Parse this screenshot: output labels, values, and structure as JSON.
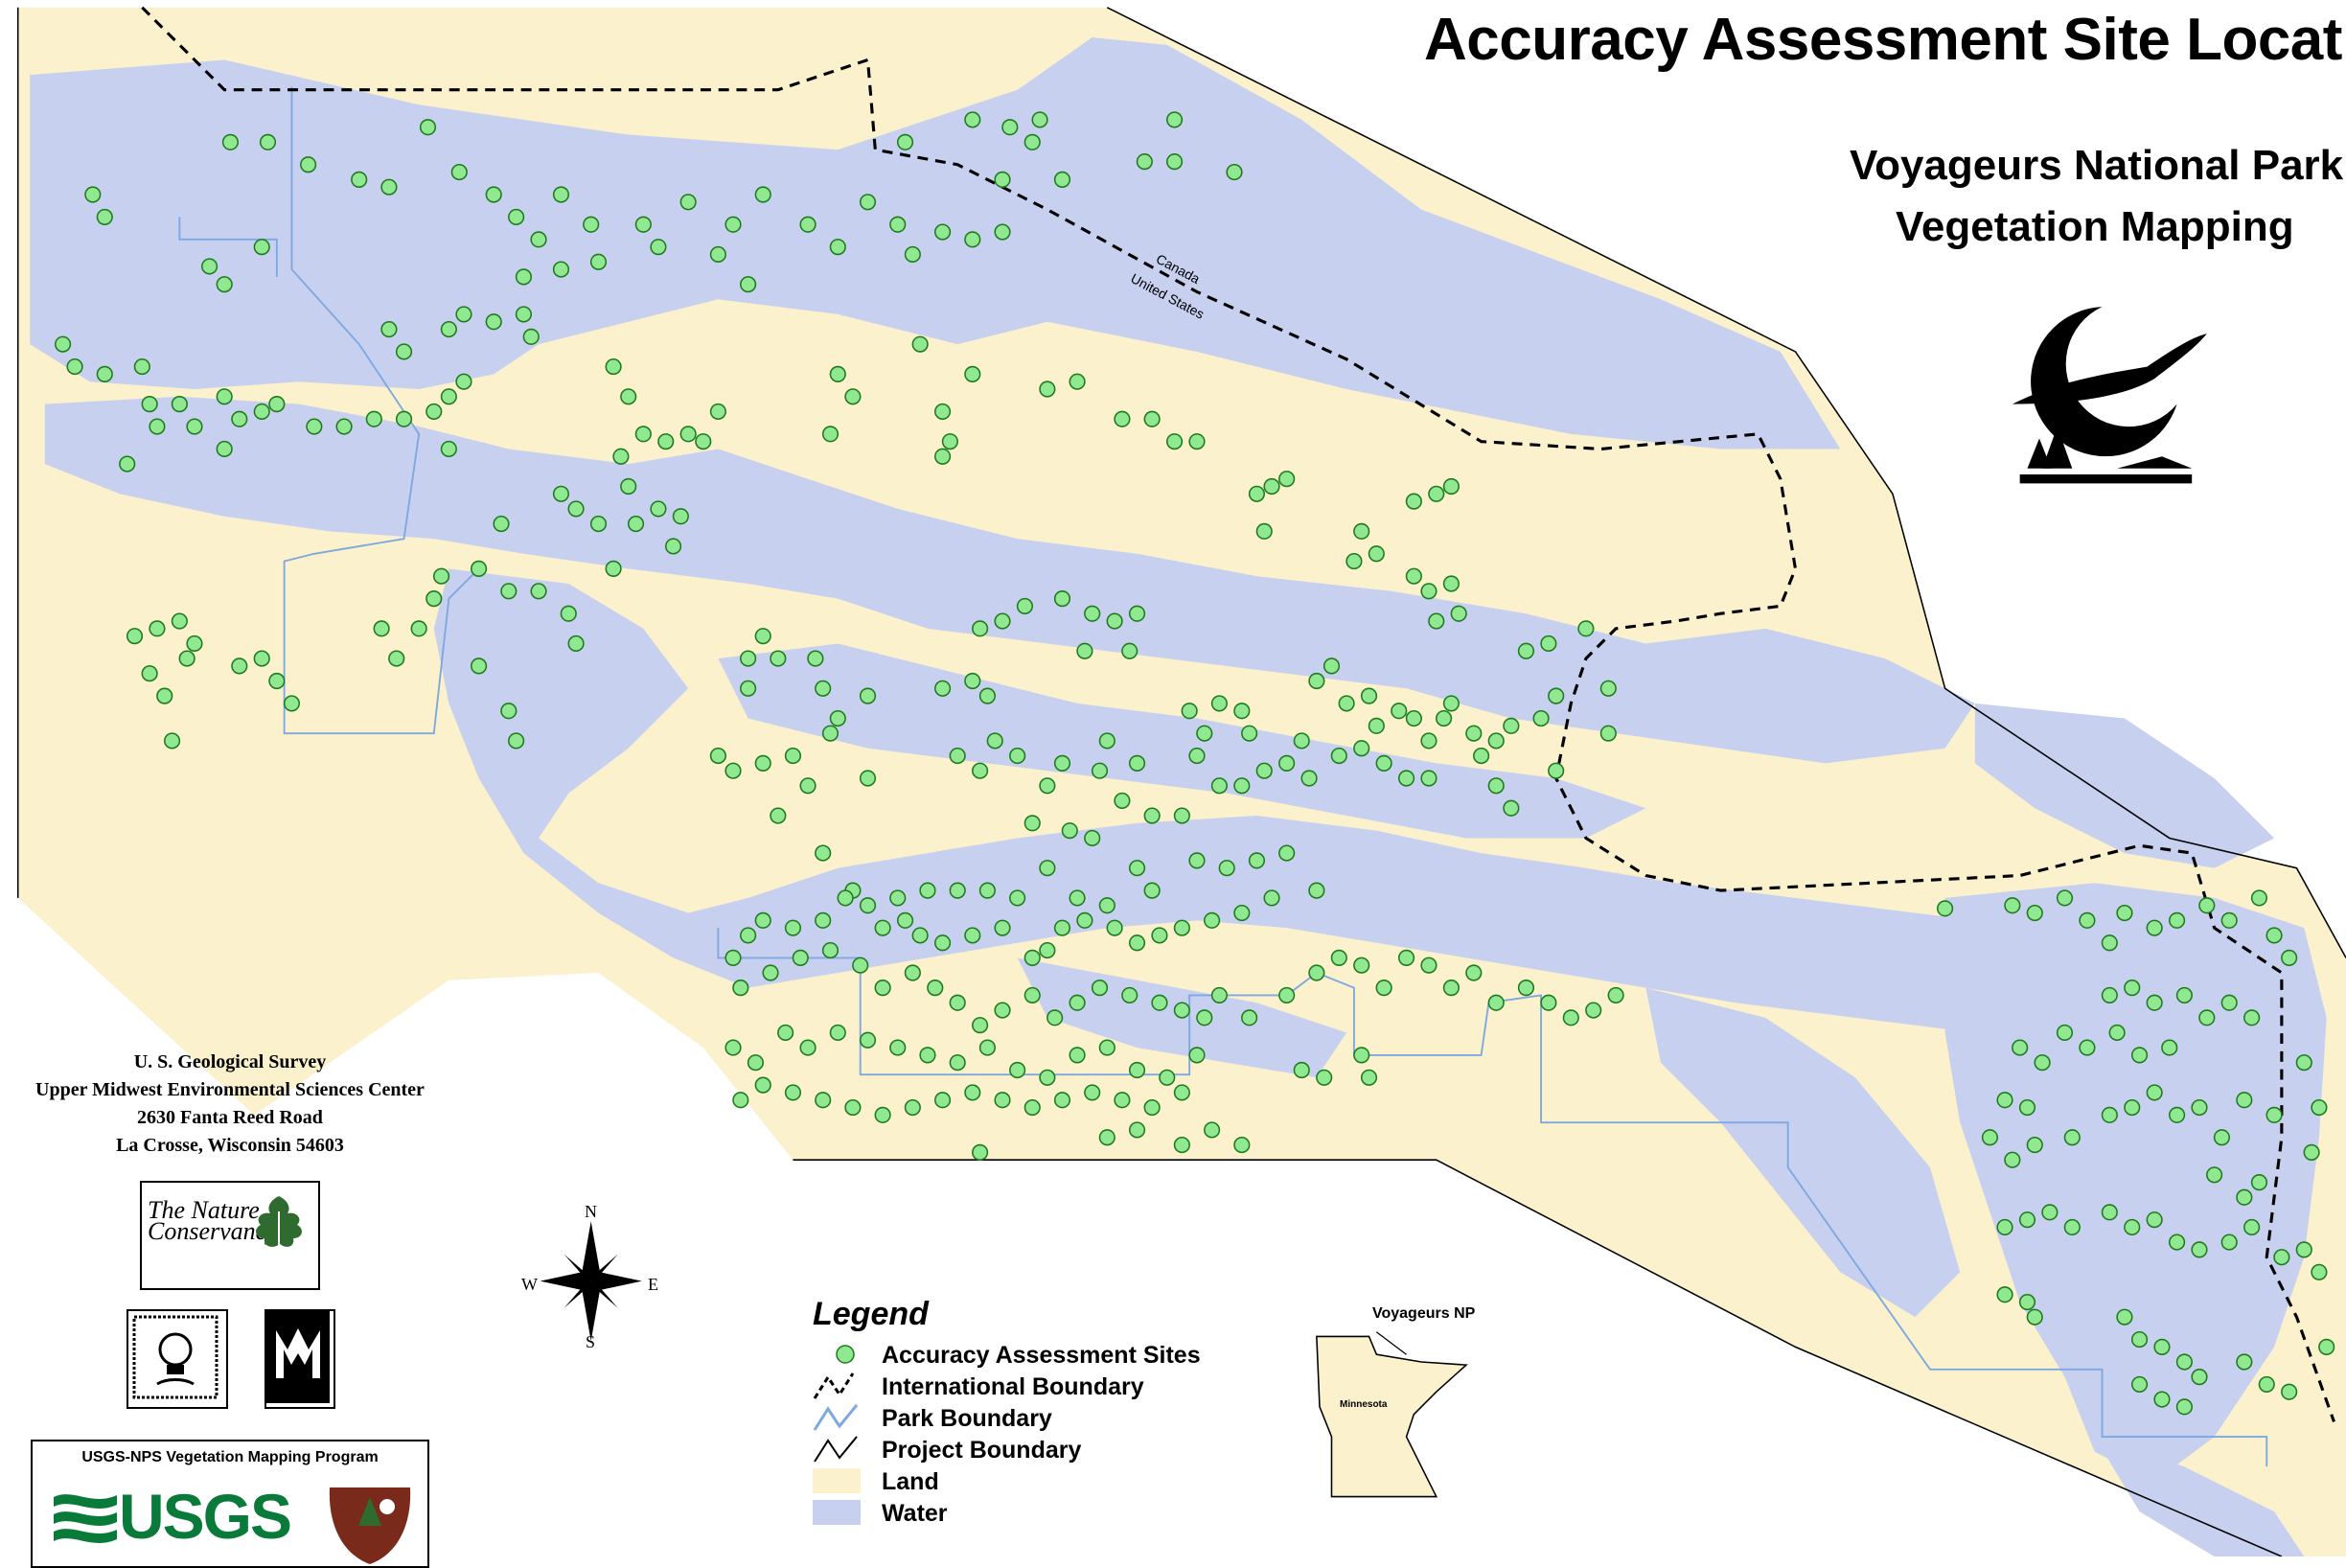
{
  "title": "Accuracy Assessment Site Locatio",
  "subtitle_line1": "Voyageurs National Park",
  "subtitle_line2": "Vegetation Mapping",
  "border_label_north": "Canada",
  "border_label_south": "United States",
  "address": {
    "line1": "U. S. Geological Survey",
    "line2": "Upper Midwest Environmental Sciences Center",
    "line3": "2630 Fanta Reed Road",
    "line4": "La Crosse, Wisconsin 54603"
  },
  "logos": {
    "nature_conservancy": "The Nature Conservancy",
    "program_title": "USGS-NPS Vegetation Mapping Program",
    "usgs_wordmark": "USGS",
    "nps_icon": "nps-arrowhead-icon",
    "seal_icon": "seal-icon",
    "mn_dnr_icon": "mn-dnr-icon",
    "park_emblem_icon": "loon-emblem-icon"
  },
  "compass": {
    "n": "N",
    "s": "S",
    "e": "E",
    "w": "W"
  },
  "inset": {
    "park_label": "Voyageurs NP",
    "state_label": "Minnesota"
  },
  "legend": {
    "title": "Legend",
    "items": [
      {
        "key": "sites",
        "label": "Accuracy Assessment Sites",
        "symbol": "green-dot-icon"
      },
      {
        "key": "intl",
        "label": "International Boundary",
        "symbol": "dashed-line-icon"
      },
      {
        "key": "park",
        "label": "Park Boundary",
        "symbol": "blue-line-icon"
      },
      {
        "key": "project",
        "label": "Project Boundary",
        "symbol": "black-line-icon"
      },
      {
        "key": "land",
        "label": "Land",
        "symbol": "land-swatch-icon"
      },
      {
        "key": "water",
        "label": "Water",
        "symbol": "water-swatch-icon"
      }
    ]
  },
  "colors": {
    "land": "#fbf1cc",
    "water": "#c8d0f0",
    "site_fill": "#90e890",
    "site_stroke": "#1f7a1f",
    "park_boundary": "#7ea8e0",
    "project_boundary": "#000000",
    "intl_boundary": "#000000"
  },
  "sites": [
    [
      154,
      95
    ],
    [
      179,
      95
    ],
    [
      206,
      110
    ],
    [
      240,
      120
    ],
    [
      260,
      125
    ],
    [
      286,
      85
    ],
    [
      307,
      115
    ],
    [
      330,
      130
    ],
    [
      345,
      145
    ],
    [
      360,
      160
    ],
    [
      375,
      130
    ],
    [
      395,
      150
    ],
    [
      350,
      185
    ],
    [
      375,
      180
    ],
    [
      400,
      175
    ],
    [
      62,
      130
    ],
    [
      70,
      145
    ],
    [
      140,
      178
    ],
    [
      150,
      190
    ],
    [
      175,
      165
    ],
    [
      430,
      150
    ],
    [
      460,
      135
    ],
    [
      490,
      150
    ],
    [
      510,
      130
    ],
    [
      440,
      165
    ],
    [
      480,
      170
    ],
    [
      500,
      190
    ],
    [
      540,
      150
    ],
    [
      560,
      165
    ],
    [
      580,
      135
    ],
    [
      600,
      150
    ],
    [
      610,
      170
    ],
    [
      630,
      155
    ],
    [
      650,
      160
    ],
    [
      670,
      155
    ],
    [
      605,
      95
    ],
    [
      650,
      80
    ],
    [
      675,
      85
    ],
    [
      695,
      80
    ],
    [
      690,
      95
    ],
    [
      670,
      120
    ],
    [
      710,
      120
    ],
    [
      765,
      108
    ],
    [
      785,
      80
    ],
    [
      785,
      108
    ],
    [
      825,
      115
    ],
    [
      260,
      220
    ],
    [
      270,
      235
    ],
    [
      300,
      220
    ],
    [
      310,
      210
    ],
    [
      330,
      215
    ],
    [
      350,
      210
    ],
    [
      355,
      225
    ],
    [
      310,
      255
    ],
    [
      300,
      265
    ],
    [
      42,
      230
    ],
    [
      50,
      245
    ],
    [
      70,
      250
    ],
    [
      95,
      245
    ],
    [
      100,
      270
    ],
    [
      105,
      285
    ],
    [
      120,
      270
    ],
    [
      85,
      310
    ],
    [
      130,
      285
    ],
    [
      150,
      265
    ],
    [
      160,
      280
    ],
    [
      150,
      300
    ],
    [
      175,
      275
    ],
    [
      185,
      270
    ],
    [
      210,
      285
    ],
    [
      230,
      285
    ],
    [
      250,
      280
    ],
    [
      270,
      280
    ],
    [
      290,
      275
    ],
    [
      300,
      300
    ],
    [
      410,
      245
    ],
    [
      420,
      265
    ],
    [
      415,
      305
    ],
    [
      430,
      290
    ],
    [
      445,
      295
    ],
    [
      460,
      290
    ],
    [
      480,
      275
    ],
    [
      470,
      295
    ],
    [
      560,
      250
    ],
    [
      570,
      265
    ],
    [
      555,
      290
    ],
    [
      615,
      230
    ],
    [
      650,
      250
    ],
    [
      630,
      275
    ],
    [
      635,
      295
    ],
    [
      630,
      305
    ],
    [
      700,
      260
    ],
    [
      720,
      255
    ],
    [
      750,
      280
    ],
    [
      770,
      280
    ],
    [
      785,
      295
    ],
    [
      800,
      295
    ],
    [
      375,
      330
    ],
    [
      385,
      340
    ],
    [
      400,
      350
    ],
    [
      420,
      325
    ],
    [
      425,
      350
    ],
    [
      440,
      340
    ],
    [
      455,
      345
    ],
    [
      450,
      365
    ],
    [
      335,
      350
    ],
    [
      410,
      380
    ],
    [
      295,
      385
    ],
    [
      290,
      400
    ],
    [
      320,
      380
    ],
    [
      340,
      395
    ],
    [
      360,
      395
    ],
    [
      380,
      410
    ],
    [
      385,
      430
    ],
    [
      255,
      420
    ],
    [
      265,
      440
    ],
    [
      280,
      420
    ],
    [
      90,
      425
    ],
    [
      105,
      420
    ],
    [
      120,
      415
    ],
    [
      125,
      440
    ],
    [
      100,
      450
    ],
    [
      110,
      465
    ],
    [
      130,
      430
    ],
    [
      160,
      445
    ],
    [
      175,
      440
    ],
    [
      185,
      455
    ],
    [
      195,
      470
    ],
    [
      115,
      495
    ],
    [
      320,
      445
    ],
    [
      340,
      475
    ],
    [
      345,
      495
    ],
    [
      510,
      425
    ],
    [
      500,
      440
    ],
    [
      520,
      440
    ],
    [
      545,
      440
    ],
    [
      550,
      460
    ],
    [
      500,
      460
    ],
    [
      560,
      480
    ],
    [
      580,
      465
    ],
    [
      555,
      490
    ],
    [
      530,
      505
    ],
    [
      480,
      505
    ],
    [
      490,
      515
    ],
    [
      510,
      510
    ],
    [
      580,
      520
    ],
    [
      520,
      545
    ],
    [
      540,
      525
    ],
    [
      630,
      460
    ],
    [
      650,
      455
    ],
    [
      660,
      465
    ],
    [
      655,
      420
    ],
    [
      670,
      415
    ],
    [
      685,
      405
    ],
    [
      710,
      400
    ],
    [
      730,
      410
    ],
    [
      745,
      415
    ],
    [
      760,
      410
    ],
    [
      725,
      435
    ],
    [
      755,
      435
    ],
    [
      840,
      330
    ],
    [
      850,
      325
    ],
    [
      860,
      320
    ],
    [
      845,
      355
    ],
    [
      910,
      355
    ],
    [
      920,
      370
    ],
    [
      905,
      375
    ],
    [
      945,
      335
    ],
    [
      960,
      330
    ],
    [
      970,
      325
    ],
    [
      945,
      385
    ],
    [
      955,
      395
    ],
    [
      970,
      390
    ],
    [
      975,
      410
    ],
    [
      960,
      415
    ],
    [
      1020,
      435
    ],
    [
      1035,
      430
    ],
    [
      1060,
      420
    ],
    [
      1075,
      460
    ],
    [
      1040,
      465
    ],
    [
      1030,
      480
    ],
    [
      880,
      455
    ],
    [
      890,
      445
    ],
    [
      900,
      470
    ],
    [
      915,
      465
    ],
    [
      920,
      485
    ],
    [
      935,
      475
    ],
    [
      945,
      480
    ],
    [
      955,
      495
    ],
    [
      965,
      480
    ],
    [
      970,
      470
    ],
    [
      985,
      490
    ],
    [
      1000,
      495
    ],
    [
      1010,
      485
    ],
    [
      870,
      495
    ],
    [
      860,
      510
    ],
    [
      875,
      520
    ],
    [
      895,
      505
    ],
    [
      910,
      500
    ],
    [
      925,
      510
    ],
    [
      940,
      520
    ],
    [
      955,
      520
    ],
    [
      990,
      505
    ],
    [
      1000,
      525
    ],
    [
      1010,
      540
    ],
    [
      1040,
      515
    ],
    [
      1075,
      490
    ],
    [
      795,
      475
    ],
    [
      805,
      490
    ],
    [
      815,
      470
    ],
    [
      830,
      475
    ],
    [
      835,
      490
    ],
    [
      800,
      505
    ],
    [
      815,
      525
    ],
    [
      830,
      525
    ],
    [
      845,
      515
    ],
    [
      790,
      545
    ],
    [
      740,
      495
    ],
    [
      760,
      510
    ],
    [
      735,
      515
    ],
    [
      750,
      535
    ],
    [
      770,
      545
    ],
    [
      640,
      505
    ],
    [
      655,
      515
    ],
    [
      665,
      495
    ],
    [
      680,
      505
    ],
    [
      700,
      525
    ],
    [
      710,
      510
    ],
    [
      690,
      550
    ],
    [
      715,
      555
    ],
    [
      730,
      560
    ],
    [
      700,
      580
    ],
    [
      550,
      570
    ],
    [
      570,
      595
    ],
    [
      600,
      600
    ],
    [
      620,
      595
    ],
    [
      640,
      595
    ],
    [
      660,
      595
    ],
    [
      680,
      600
    ],
    [
      720,
      600
    ],
    [
      740,
      605
    ],
    [
      760,
      580
    ],
    [
      770,
      595
    ],
    [
      800,
      575
    ],
    [
      820,
      580
    ],
    [
      840,
      575
    ],
    [
      860,
      570
    ],
    [
      880,
      595
    ],
    [
      850,
      600
    ],
    [
      830,
      610
    ],
    [
      810,
      615
    ],
    [
      790,
      620
    ],
    [
      775,
      625
    ],
    [
      760,
      630
    ],
    [
      745,
      620
    ],
    [
      725,
      615
    ],
    [
      710,
      620
    ],
    [
      700,
      635
    ],
    [
      690,
      640
    ],
    [
      670,
      620
    ],
    [
      650,
      625
    ],
    [
      630,
      630
    ],
    [
      615,
      625
    ],
    [
      605,
      615
    ],
    [
      590,
      620
    ],
    [
      580,
      605
    ],
    [
      565,
      600
    ],
    [
      550,
      615
    ],
    [
      530,
      620
    ],
    [
      510,
      615
    ],
    [
      500,
      625
    ],
    [
      490,
      640
    ],
    [
      495,
      660
    ],
    [
      515,
      650
    ],
    [
      535,
      640
    ],
    [
      555,
      635
    ],
    [
      575,
      645
    ],
    [
      590,
      660
    ],
    [
      610,
      650
    ],
    [
      625,
      660
    ],
    [
      640,
      670
    ],
    [
      655,
      685
    ],
    [
      670,
      675
    ],
    [
      690,
      665
    ],
    [
      705,
      680
    ],
    [
      720,
      670
    ],
    [
      735,
      660
    ],
    [
      755,
      665
    ],
    [
      775,
      670
    ],
    [
      790,
      675
    ],
    [
      805,
      680
    ],
    [
      815,
      665
    ],
    [
      835,
      680
    ],
    [
      860,
      665
    ],
    [
      880,
      650
    ],
    [
      895,
      640
    ],
    [
      910,
      645
    ],
    [
      925,
      660
    ],
    [
      940,
      640
    ],
    [
      955,
      645
    ],
    [
      970,
      660
    ],
    [
      985,
      650
    ],
    [
      1000,
      670
    ],
    [
      1020,
      660
    ],
    [
      1035,
      670
    ],
    [
      1050,
      680
    ],
    [
      1065,
      675
    ],
    [
      1080,
      665
    ],
    [
      490,
      700
    ],
    [
      505,
      710
    ],
    [
      525,
      690
    ],
    [
      540,
      700
    ],
    [
      560,
      690
    ],
    [
      580,
      695
    ],
    [
      600,
      700
    ],
    [
      620,
      705
    ],
    [
      640,
      710
    ],
    [
      660,
      700
    ],
    [
      680,
      715
    ],
    [
      700,
      720
    ],
    [
      720,
      705
    ],
    [
      740,
      700
    ],
    [
      760,
      715
    ],
    [
      780,
      720
    ],
    [
      800,
      705
    ],
    [
      790,
      730
    ],
    [
      770,
      740
    ],
    [
      750,
      735
    ],
    [
      730,
      730
    ],
    [
      710,
      735
    ],
    [
      690,
      740
    ],
    [
      670,
      735
    ],
    [
      650,
      730
    ],
    [
      630,
      735
    ],
    [
      610,
      740
    ],
    [
      590,
      745
    ],
    [
      570,
      740
    ],
    [
      550,
      735
    ],
    [
      530,
      730
    ],
    [
      510,
      725
    ],
    [
      495,
      735
    ],
    [
      655,
      770
    ],
    [
      740,
      760
    ],
    [
      760,
      755
    ],
    [
      790,
      765
    ],
    [
      810,
      755
    ],
    [
      830,
      765
    ],
    [
      870,
      715
    ],
    [
      885,
      720
    ],
    [
      910,
      705
    ],
    [
      915,
      720
    ],
    [
      1300,
      607
    ],
    [
      1345,
      605
    ],
    [
      1360,
      610
    ],
    [
      1380,
      600
    ],
    [
      1395,
      615
    ],
    [
      1410,
      630
    ],
    [
      1420,
      610
    ],
    [
      1440,
      620
    ],
    [
      1455,
      615
    ],
    [
      1475,
      605
    ],
    [
      1490,
      615
    ],
    [
      1510,
      600
    ],
    [
      1520,
      625
    ],
    [
      1530,
      640
    ],
    [
      1410,
      665
    ],
    [
      1425,
      660
    ],
    [
      1440,
      670
    ],
    [
      1460,
      665
    ],
    [
      1475,
      680
    ],
    [
      1490,
      670
    ],
    [
      1505,
      680
    ],
    [
      1350,
      700
    ],
    [
      1365,
      710
    ],
    [
      1380,
      690
    ],
    [
      1395,
      700
    ],
    [
      1415,
      690
    ],
    [
      1430,
      705
    ],
    [
      1450,
      700
    ],
    [
      1340,
      735
    ],
    [
      1355,
      740
    ],
    [
      1330,
      760
    ],
    [
      1345,
      775
    ],
    [
      1360,
      765
    ],
    [
      1385,
      760
    ],
    [
      1410,
      745
    ],
    [
      1425,
      740
    ],
    [
      1440,
      730
    ],
    [
      1455,
      745
    ],
    [
      1470,
      740
    ],
    [
      1485,
      760
    ],
    [
      1500,
      735
    ],
    [
      1520,
      745
    ],
    [
      1540,
      710
    ],
    [
      1550,
      740
    ],
    [
      1545,
      770
    ],
    [
      1480,
      785
    ],
    [
      1500,
      800
    ],
    [
      1510,
      790
    ],
    [
      1340,
      820
    ],
    [
      1355,
      815
    ],
    [
      1370,
      810
    ],
    [
      1385,
      820
    ],
    [
      1410,
      810
    ],
    [
      1425,
      820
    ],
    [
      1440,
      815
    ],
    [
      1455,
      830
    ],
    [
      1470,
      835
    ],
    [
      1490,
      830
    ],
    [
      1505,
      820
    ],
    [
      1525,
      840
    ],
    [
      1540,
      835
    ],
    [
      1550,
      850
    ],
    [
      1340,
      865
    ],
    [
      1355,
      870
    ],
    [
      1360,
      880
    ],
    [
      1420,
      880
    ],
    [
      1430,
      895
    ],
    [
      1445,
      900
    ],
    [
      1460,
      910
    ],
    [
      1470,
      920
    ],
    [
      1430,
      925
    ],
    [
      1445,
      935
    ],
    [
      1460,
      940
    ],
    [
      1500,
      910
    ],
    [
      1515,
      925
    ],
    [
      1530,
      930
    ],
    [
      1555,
      900
    ]
  ]
}
